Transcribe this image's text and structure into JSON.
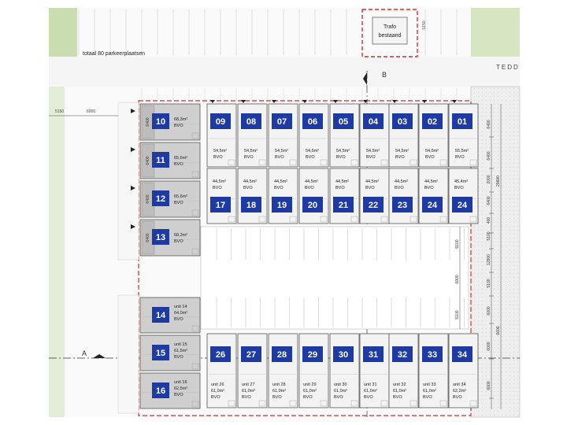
{
  "header": {
    "parking_note": "totaal 80 parkeerplaatsen",
    "street_label": "TEDD",
    "trafo_label_1": "Trafo",
    "trafo_label_2": "bestaand",
    "trafo_dim": "5150",
    "section_b": "B",
    "section_a": "A"
  },
  "left_dims": {
    "outer": "5150",
    "inner": "6000"
  },
  "unit_badge_color": "#1f3aa0",
  "top_row": [
    {
      "num": "09",
      "area": "54,5m²"
    },
    {
      "num": "08",
      "area": "54,5m²"
    },
    {
      "num": "07",
      "area": "54,5m²"
    },
    {
      "num": "06",
      "area": "54,5m²"
    },
    {
      "num": "05",
      "area": "54,5m²"
    },
    {
      "num": "04",
      "area": "54,5m²"
    },
    {
      "num": "03",
      "area": "54,5m²"
    },
    {
      "num": "02",
      "area": "54,5m²"
    },
    {
      "num": "01",
      "area": "55,5m²"
    }
  ],
  "second_row": [
    {
      "num": "17",
      "area": "44,5m²"
    },
    {
      "num": "18",
      "area": "44,5m²"
    },
    {
      "num": "19",
      "area": "44,5m²"
    },
    {
      "num": "20",
      "area": "44,5m²"
    },
    {
      "num": "21",
      "area": "44,5m²"
    },
    {
      "num": "22",
      "area": "44,5m²"
    },
    {
      "num": "23",
      "area": "44,5m²"
    },
    {
      "num": "24",
      "area": "44,5m²"
    },
    {
      "num": "24",
      "area": "45,4m²"
    }
  ],
  "left_column": [
    {
      "num": "10",
      "area": "68,3m²",
      "dim": "6400"
    },
    {
      "num": "11",
      "area": "65,6m²",
      "dim": "6400"
    },
    {
      "num": "12",
      "area": "65,6m²",
      "dim": "6400"
    },
    {
      "num": "13",
      "area": "68,3m²",
      "dim": "6400"
    }
  ],
  "left_lower": [
    {
      "num": "14",
      "unit": "unit 14",
      "area": "64,0m²"
    },
    {
      "num": "15",
      "unit": "unit 15",
      "area": "61,5m²"
    },
    {
      "num": "16",
      "unit": "unit 16",
      "area": "62,5m²"
    }
  ],
  "bottom_row": [
    {
      "num": "26",
      "unit": "unit 26",
      "area": "61,0m²"
    },
    {
      "num": "27",
      "unit": "unit 27",
      "area": "61,0m²"
    },
    {
      "num": "28",
      "unit": "unit 28",
      "area": "61,0m²"
    },
    {
      "num": "29",
      "unit": "unit 29",
      "area": "61,0m²"
    },
    {
      "num": "30",
      "unit": "unit 30",
      "area": "61,0m²"
    },
    {
      "num": "31",
      "unit": "unit 31",
      "area": "61,0m²"
    },
    {
      "num": "32",
      "unit": "unit 32",
      "area": "61,0m²"
    },
    {
      "num": "33",
      "unit": "unit 33",
      "area": "61,0m²"
    },
    {
      "num": "34",
      "unit": "unit 34",
      "area": "62,2m²"
    }
  ],
  "bvo_label": "BVO",
  "right_dims_1": [
    "6400",
    "6400",
    "2000",
    "6400",
    "400",
    "5100",
    "12800",
    "5100",
    "6000",
    "6000",
    "6000"
  ],
  "right_dims_2": [
    "29600",
    "6600"
  ],
  "inner_dims": [
    "5100",
    "6000",
    "5100"
  ]
}
